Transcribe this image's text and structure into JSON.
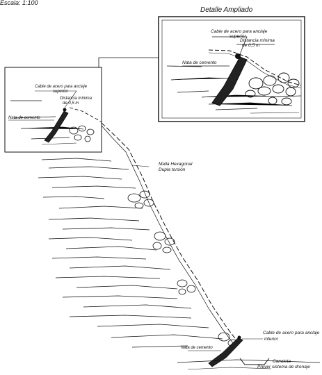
{
  "header": {
    "scale_label": "Escala: 1:100",
    "detail_title": "Detalle Ampliado"
  },
  "detail_box": {
    "upper_cable_line1": "Cable de acero para anclaje",
    "upper_cable_line2": "superior",
    "min_distance_line1": "Distancia mínima",
    "min_distance_line2": "de 0,5 m",
    "cement_label": "Nata de cemento"
  },
  "inset_box": {
    "upper_cable_line1": "Cable de acero para anclaje",
    "upper_cable_line2": "superior",
    "min_distance_line1": "Distancia mínima",
    "min_distance_line2": "de 0,5 m",
    "cement_label": "Nata de cemento"
  },
  "mesh": {
    "line1": "Malla Hexagonal",
    "line2": "Dupla torsión"
  },
  "bottom": {
    "lower_cable_line1": "Cable de acero para anclaje",
    "lower_cable_line2": "inferior",
    "cement_label": "Nata de cemento",
    "channel_line1": "Canaleta",
    "channel_line2": "Prever sistema de drenaje"
  },
  "colors": {
    "ink": "#111111",
    "grout": "#222222",
    "paper": "#ffffff"
  }
}
